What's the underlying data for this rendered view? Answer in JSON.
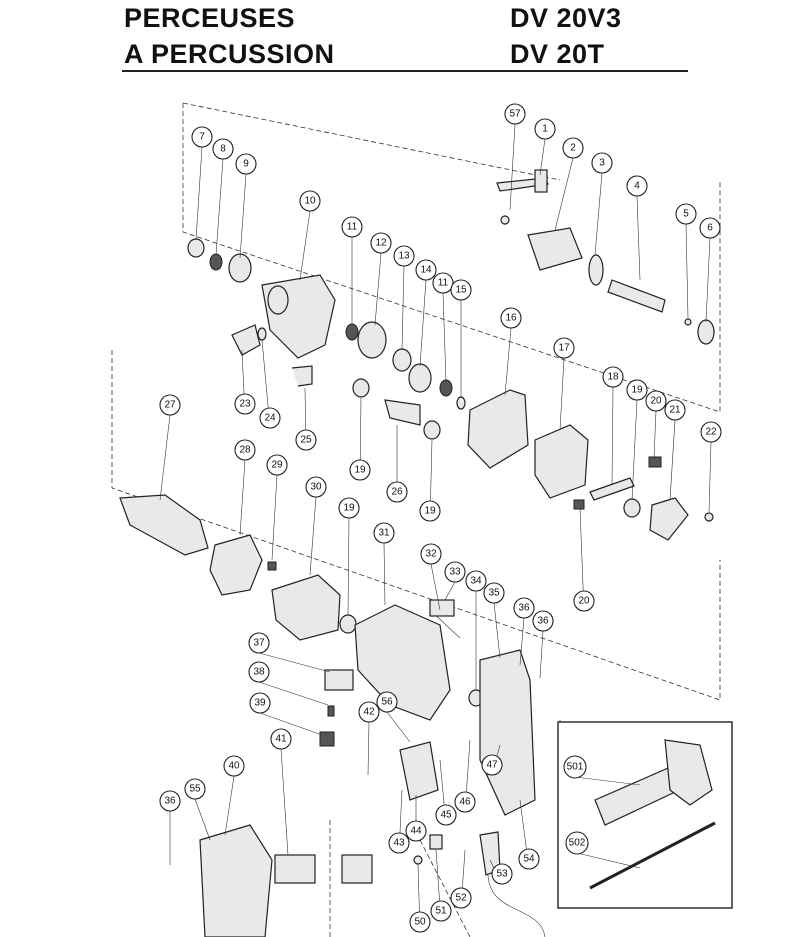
{
  "header": {
    "title_line1": "PERCEUSES",
    "title_line2": "A PERCUSSION",
    "model_line1": "DV 20V3",
    "model_line2": "DV 20T"
  },
  "callouts": [
    {
      "id": "c57",
      "label": "57"
    },
    {
      "id": "c1",
      "label": "1"
    },
    {
      "id": "c2",
      "label": "2"
    },
    {
      "id": "c3",
      "label": "3"
    },
    {
      "id": "c4",
      "label": "4"
    },
    {
      "id": "c5",
      "label": "5"
    },
    {
      "id": "c6",
      "label": "6"
    },
    {
      "id": "c7",
      "label": "7"
    },
    {
      "id": "c8",
      "label": "8"
    },
    {
      "id": "c9",
      "label": "9"
    },
    {
      "id": "c10",
      "label": "10"
    },
    {
      "id": "c11a",
      "label": "11"
    },
    {
      "id": "c12",
      "label": "12"
    },
    {
      "id": "c13",
      "label": "13"
    },
    {
      "id": "c14",
      "label": "14"
    },
    {
      "id": "c11b",
      "label": "11"
    },
    {
      "id": "c15",
      "label": "15"
    },
    {
      "id": "c16",
      "label": "16"
    },
    {
      "id": "c17",
      "label": "17"
    },
    {
      "id": "c18",
      "label": "18"
    },
    {
      "id": "c19a",
      "label": "19"
    },
    {
      "id": "c20a",
      "label": "20"
    },
    {
      "id": "c21",
      "label": "21"
    },
    {
      "id": "c22",
      "label": "22"
    },
    {
      "id": "c23",
      "label": "23"
    },
    {
      "id": "c24",
      "label": "24"
    },
    {
      "id": "c25",
      "label": "25"
    },
    {
      "id": "c19b",
      "label": "19"
    },
    {
      "id": "c26",
      "label": "26"
    },
    {
      "id": "c19c",
      "label": "19"
    },
    {
      "id": "c27",
      "label": "27"
    },
    {
      "id": "c28",
      "label": "28"
    },
    {
      "id": "c29",
      "label": "29"
    },
    {
      "id": "c30",
      "label": "30"
    },
    {
      "id": "c19d",
      "label": "19"
    },
    {
      "id": "c31",
      "label": "31"
    },
    {
      "id": "c32",
      "label": "32"
    },
    {
      "id": "c33",
      "label": "33"
    },
    {
      "id": "c34",
      "label": "34"
    },
    {
      "id": "c35",
      "label": "35"
    },
    {
      "id": "c36a",
      "label": "36"
    },
    {
      "id": "c36b",
      "label": "36"
    },
    {
      "id": "c20b",
      "label": "20"
    },
    {
      "id": "c37",
      "label": "37"
    },
    {
      "id": "c38",
      "label": "38"
    },
    {
      "id": "c39",
      "label": "39"
    },
    {
      "id": "c42",
      "label": "42"
    },
    {
      "id": "c56",
      "label": "56"
    },
    {
      "id": "c41",
      "label": "41"
    },
    {
      "id": "c40",
      "label": "40"
    },
    {
      "id": "c36c",
      "label": "36"
    },
    {
      "id": "c55",
      "label": "55"
    },
    {
      "id": "c43",
      "label": "43"
    },
    {
      "id": "c44",
      "label": "44"
    },
    {
      "id": "c45",
      "label": "45"
    },
    {
      "id": "c46",
      "label": "46"
    },
    {
      "id": "c47",
      "label": "47"
    },
    {
      "id": "c53",
      "label": "53"
    },
    {
      "id": "c54",
      "label": "54"
    },
    {
      "id": "c52",
      "label": "52"
    },
    {
      "id": "c51",
      "label": "51"
    },
    {
      "id": "c50",
      "label": "50"
    },
    {
      "id": "c501",
      "label": "501"
    },
    {
      "id": "c502",
      "label": "502"
    }
  ]
}
